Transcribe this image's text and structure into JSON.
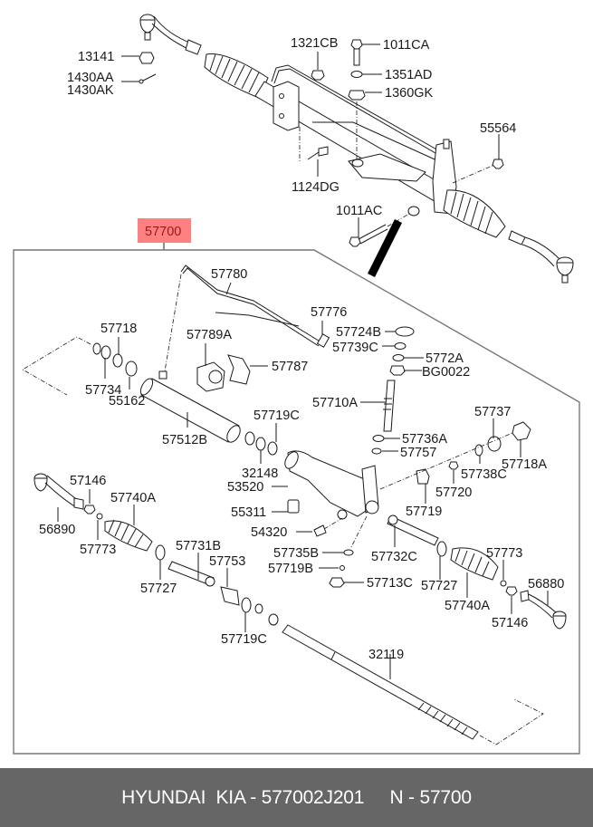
{
  "diagram": {
    "assembly_label": "57700",
    "highlight_color": "#ff8080",
    "top_labels": {
      "p13141": "13141",
      "p1430AA": "1430AA",
      "p1430AK": "1430AK",
      "p1321CB": "1321CB",
      "p1011CA": "1011CA",
      "p1351AD": "1351AD",
      "p1360GK": "1360GK",
      "p55564": "55564",
      "p1124DG": "1124DG",
      "p1011AC": "1011AC"
    },
    "kit_labels": {
      "p57780": "57780",
      "p57776": "57776",
      "p57724B": "57724B",
      "p57739C": "57739C",
      "p5772A": "5772A",
      "pBG0022": "BG0022",
      "p57718": "57718",
      "p57789A": "57789A",
      "p57787": "57787",
      "p57734": "57734",
      "p55162": "55162",
      "p57710A": "57710A",
      "p57512B": "57512B",
      "p57719C_top": "57719C",
      "p57737": "57737",
      "p57736A": "57736A",
      "p57757": "57757",
      "p32148": "32148",
      "p57738C": "57738C",
      "p57718A": "57718A",
      "p53520": "53520",
      "p57720": "57720",
      "p57146_left": "57146",
      "p57740A_left": "57740A",
      "p57719": "57719",
      "p55311": "55311",
      "p56890": "56890",
      "p54320": "54320",
      "p57773_left": "57773",
      "p57731B": "57731B",
      "p57735B": "57735B",
      "p57732C": "57732C",
      "p57773_right": "57773",
      "p56880": "56880",
      "p57753": "57753",
      "p57719B": "57719B",
      "p57713C": "57713C",
      "p57727_left": "57727",
      "p57727_right": "57727",
      "p57740A_right": "57740A",
      "p57146_right": "57146",
      "p57719C_bottom": "57719C",
      "p32119": "32119"
    }
  },
  "footer": {
    "text": "HYUNDAI  KIA - 577002J201     N - 57700"
  }
}
